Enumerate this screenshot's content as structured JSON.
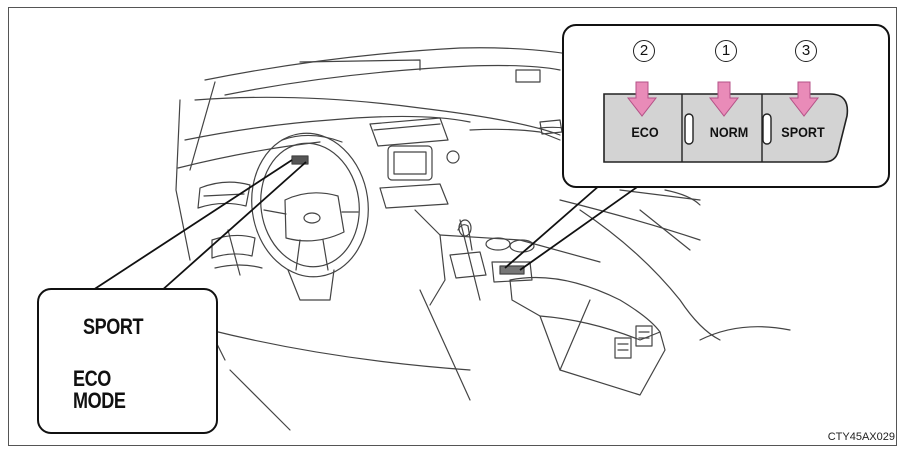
{
  "switch_panel": {
    "buttons": [
      {
        "label": "ECO",
        "number": "2"
      },
      {
        "label": "NORM",
        "number": "1"
      },
      {
        "label": "SPORT",
        "number": "3"
      }
    ]
  },
  "indicator_panel": {
    "sport_text": "SPORT",
    "eco_line1": "ECO",
    "eco_line2": "MODE"
  },
  "figure_code": "CTY45AX029",
  "colors": {
    "arrow_fill": "#e98bb8",
    "button_face": "#d3d3d3",
    "line": "#333333"
  }
}
